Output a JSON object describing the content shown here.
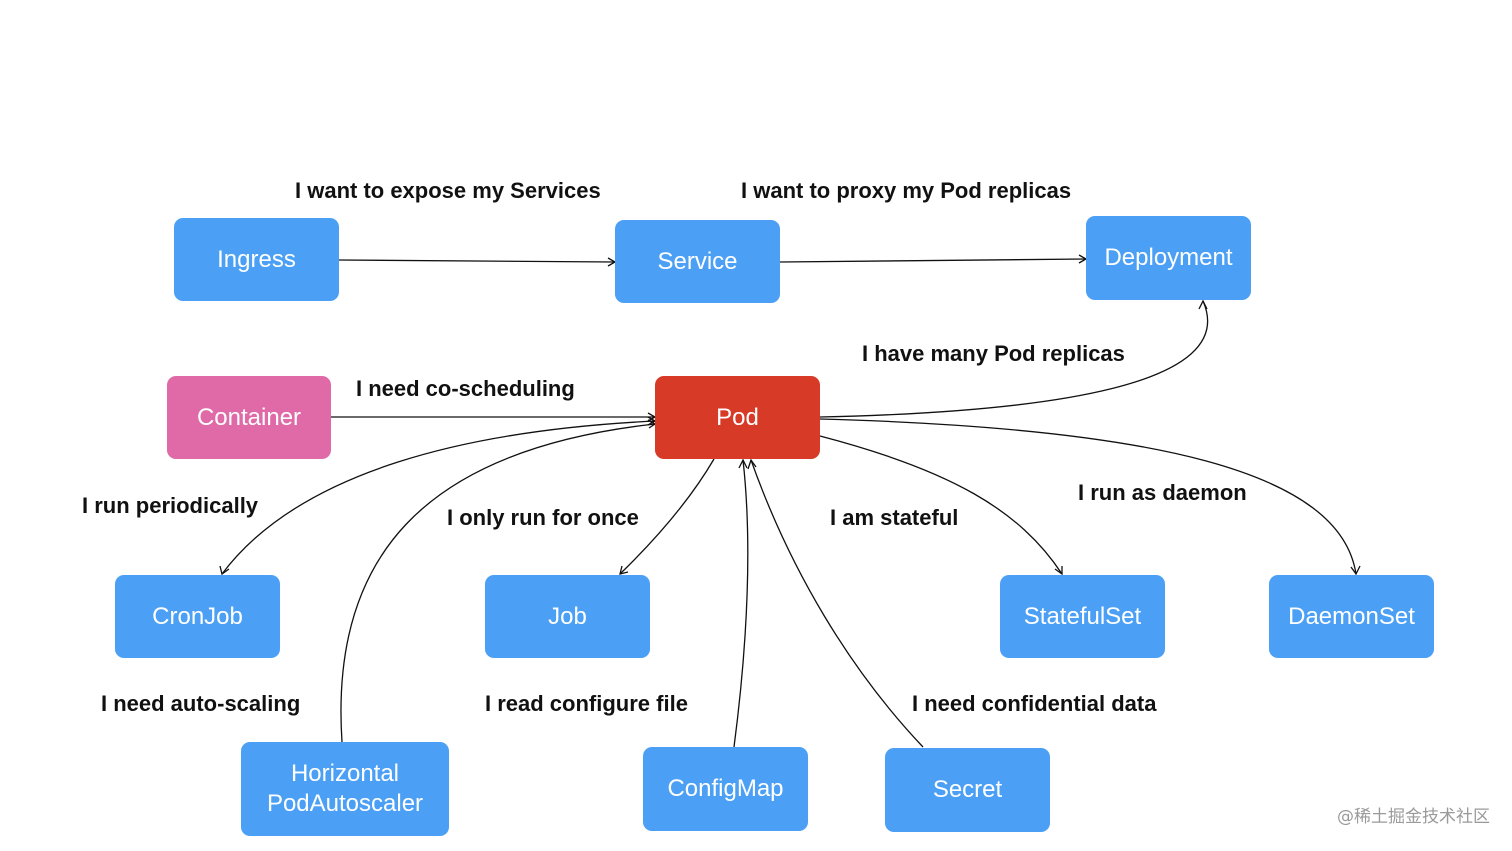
{
  "nodes": {
    "ingress": "Ingress",
    "service": "Service",
    "deployment": "Deployment",
    "container": "Container",
    "pod": "Pod",
    "cronjob": "CronJob",
    "job": "Job",
    "statefulset": "StatefulSet",
    "daemonset": "DaemonSet",
    "hpa_line1": "Horizontal",
    "hpa_line2": "PodAutoscaler",
    "configmap": "ConfigMap",
    "secret": "Secret"
  },
  "edge_labels": {
    "expose_services": "I want to expose my Services",
    "proxy_replicas": "I want to proxy my Pod replicas",
    "many_replicas": "I have many Pod replicas",
    "co_scheduling": "I need co-scheduling",
    "periodically": "I run periodically",
    "run_once": "I only run for once",
    "stateful": "I am stateful",
    "daemon": "I run as daemon",
    "auto_scaling": "I need auto-scaling",
    "configure_file": "I read configure file",
    "confidential": "I need confidential data"
  },
  "watermark": "@稀土掘金技术社区",
  "colors": {
    "resource": "#4ba0f5",
    "container": "#e06aa7",
    "pod": "#d83a28"
  }
}
